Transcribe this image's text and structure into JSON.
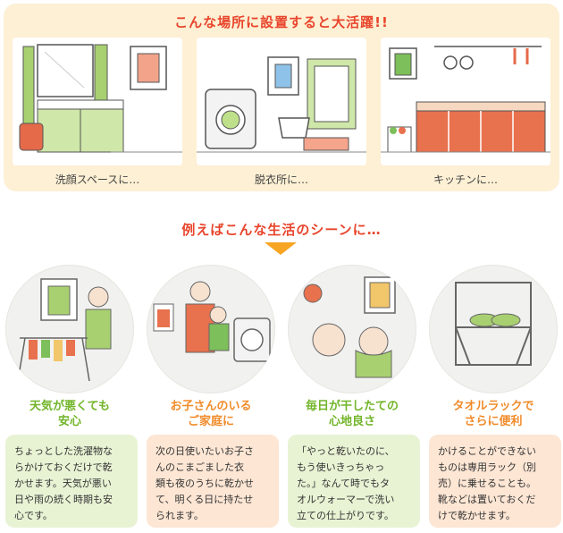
{
  "top": {
    "title": "こんな場所に設置すると大活躍!!",
    "places": [
      {
        "caption": "洗顔スペースに…"
      },
      {
        "caption": "脱衣所に…"
      },
      {
        "caption": "キッチンに…"
      }
    ]
  },
  "scenes": {
    "title": "例えばこんな生活のシーンに…",
    "items": [
      {
        "title_lines": [
          "天気が悪くても",
          "安心"
        ],
        "desc_lines": [
          "ちょっとした洗濯物な",
          "らかけておくだけで乾",
          "かせます。天気が悪い",
          "日や雨の続く時期も安",
          "心です。"
        ]
      },
      {
        "title_lines": [
          "お子さんのいる",
          "ご家庭に"
        ],
        "desc_lines": [
          "次の日使いたいお子さ",
          "んのこまごました衣",
          "類も夜のうちに乾かせ",
          "て、明くる日に持たせ",
          "られます。"
        ]
      },
      {
        "title_lines": [
          "毎日が干したての",
          "心地良さ"
        ],
        "desc_lines": [
          "「やっと乾いたのに、",
          "もう使いきっちゃっ",
          "た。」なんて時でもタ",
          "オルウォーマーで洗い",
          "立ての仕上がりです。"
        ]
      },
      {
        "title_lines": [
          "タオルラックで",
          "さらに便利"
        ],
        "desc_lines": [
          "かけることができない",
          "ものは専用ラック（別",
          "売）に乗せることも。",
          "靴などは置いておくだ",
          "けで乾かせます。"
        ]
      }
    ]
  },
  "colors": {
    "accent_red": "#e8452c",
    "panel_bg": "#fdf0d4",
    "green_text": "#72b52a",
    "orange_text": "#f08b2a",
    "green_box": "#e8f3d4",
    "orange_box": "#fde6d4",
    "arrow": "#f6a623"
  }
}
